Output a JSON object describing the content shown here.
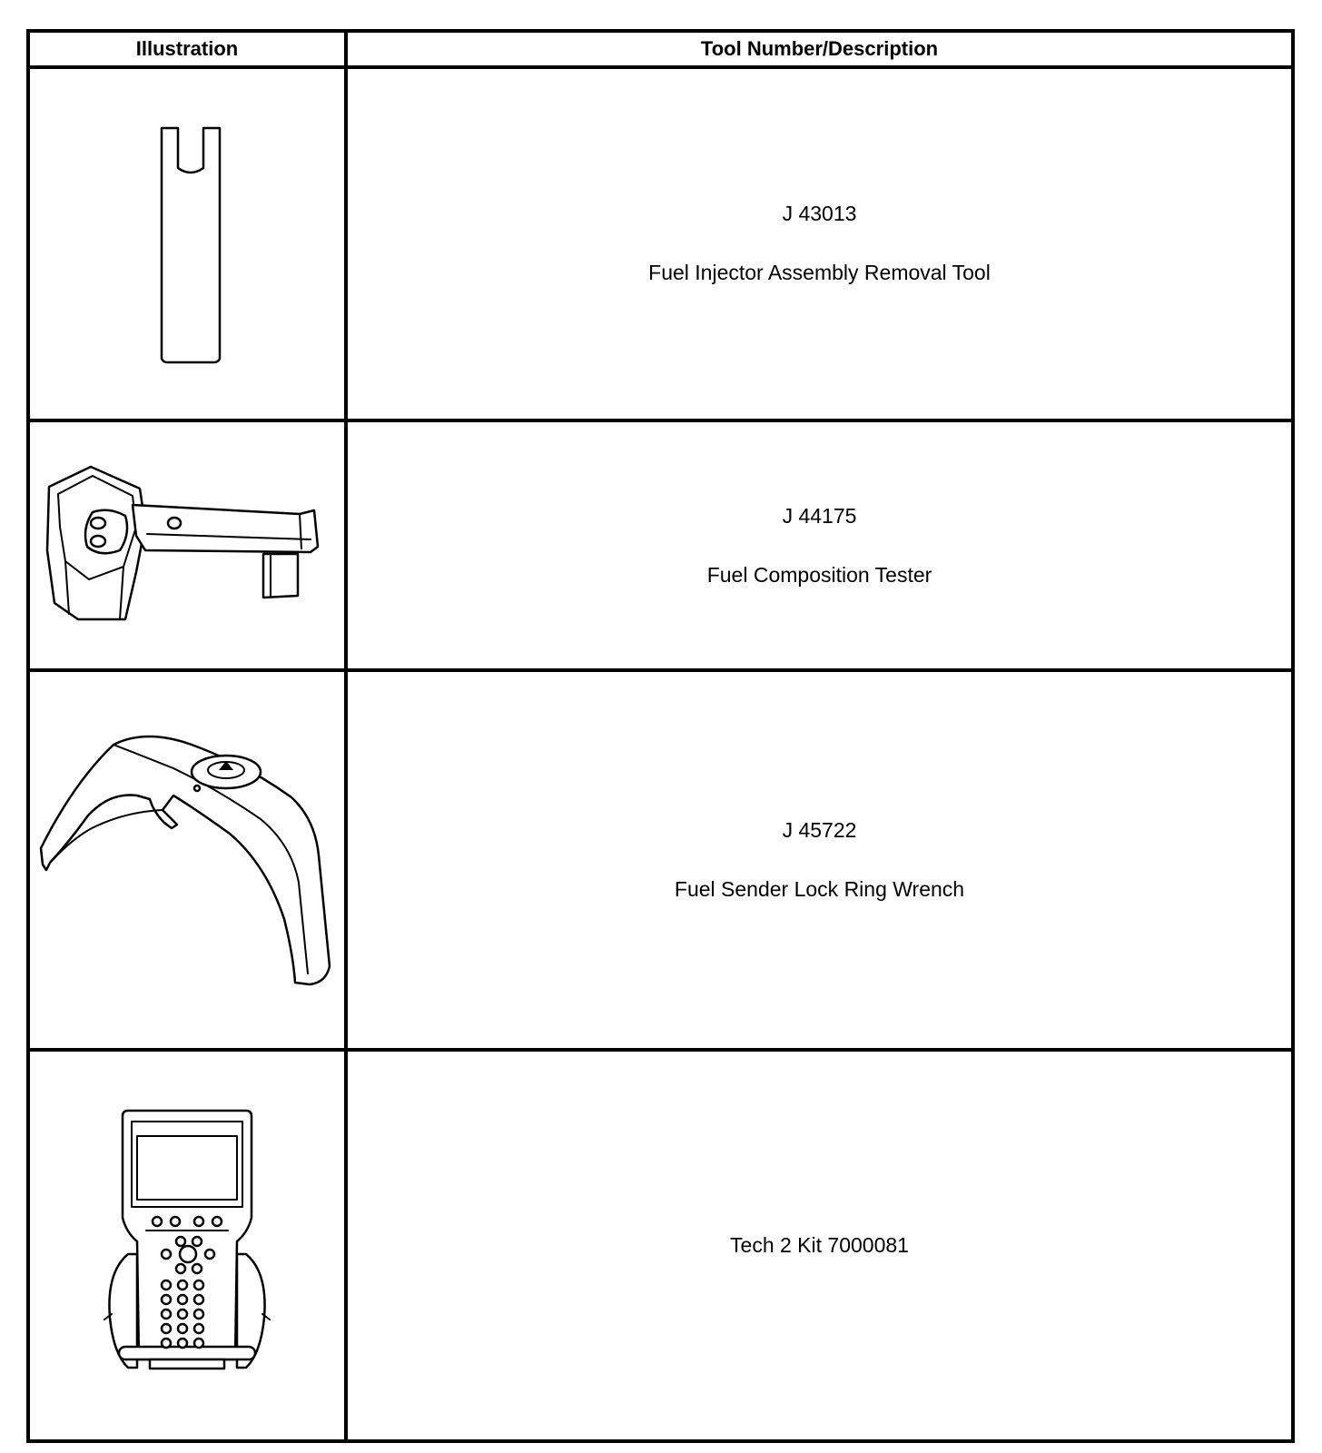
{
  "table": {
    "headers": {
      "illustration": "Illustration",
      "description": "Tool Number/Description"
    },
    "rows": [
      {
        "tool_number": "J 43013",
        "description": "Fuel Injector Assembly Removal Tool",
        "icon": "injector-removal-tool-icon"
      },
      {
        "tool_number": "J 44175",
        "description": "Fuel Composition Tester",
        "icon": "fuel-composition-tester-icon"
      },
      {
        "tool_number": "J 45722",
        "description": "Fuel Sender Lock Ring Wrench",
        "icon": "lock-ring-wrench-icon"
      },
      {
        "tool_number": "Tech 2 Kit 7000081",
        "description": "",
        "icon": "tech2-scan-tool-icon"
      }
    ]
  }
}
